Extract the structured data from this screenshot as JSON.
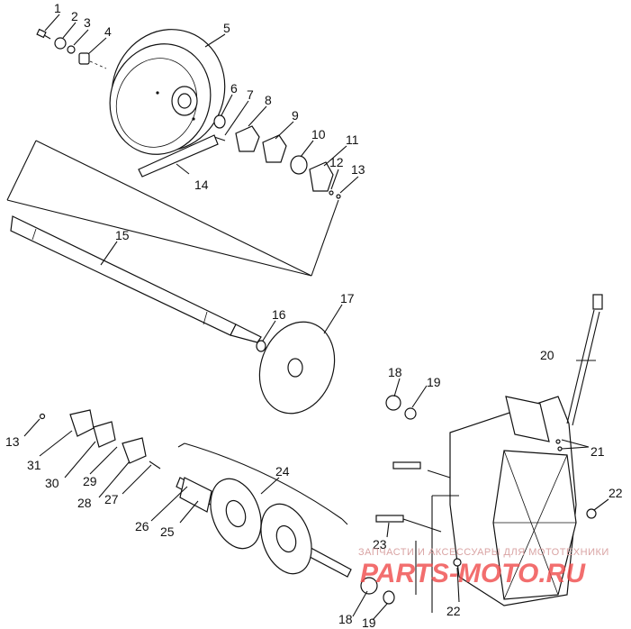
{
  "watermark": {
    "tagline": "ЗАПЧАСТИ И АКСЕССУАРЫ ДЛЯ МОТОТЕХНИКИ",
    "brand": "PARTS-MOTO.RU"
  },
  "callouts": {
    "c1": "1",
    "c2": "2",
    "c3": "3",
    "c4": "4",
    "c5": "5",
    "c6": "6",
    "c7": "7",
    "c8": "8",
    "c9": "9",
    "c10": "10",
    "c11": "11",
    "c12": "12",
    "c13a": "13",
    "c14": "14",
    "c15": "15",
    "c16": "16",
    "c17": "17",
    "c18a": "18",
    "c19a": "19",
    "c20": "20",
    "c21": "21",
    "c22a": "22",
    "c13b": "13",
    "c31": "31",
    "c30": "30",
    "c29": "29",
    "c28": "28",
    "c27": "27",
    "c26": "26",
    "c25": "25",
    "c24": "24",
    "c23": "23",
    "c22b": "22",
    "c18b": "18",
    "c19b": "19"
  }
}
